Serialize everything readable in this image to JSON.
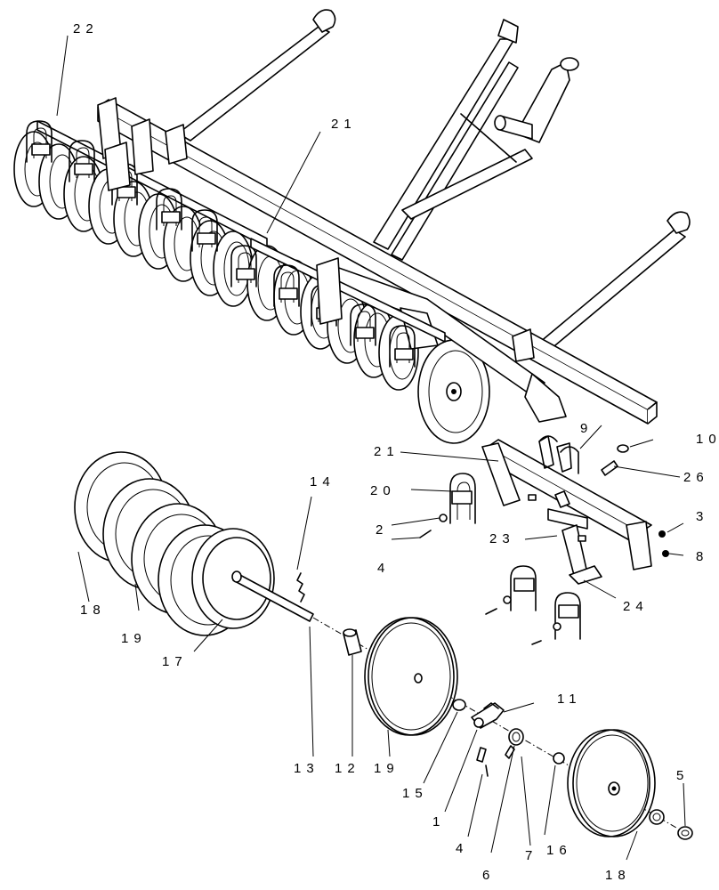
{
  "callouts": {
    "c1": "1",
    "c2": "2",
    "c3": "3",
    "c4a": "4",
    "c4b": "4",
    "c5": "5",
    "c6": "6",
    "c7": "7",
    "c8": "8",
    "c9": "9",
    "c10": "10",
    "c11": "11",
    "c12": "12",
    "c13": "13",
    "c14": "14",
    "c15": "15",
    "c16": "16",
    "c17": "17",
    "c18a": "18",
    "c18b": "18",
    "c19a": "19",
    "c19b": "19",
    "c20": "20",
    "c21a": "21",
    "c21b": "21",
    "c22": "22",
    "c23": "23",
    "c24": "24",
    "c26": "26"
  }
}
